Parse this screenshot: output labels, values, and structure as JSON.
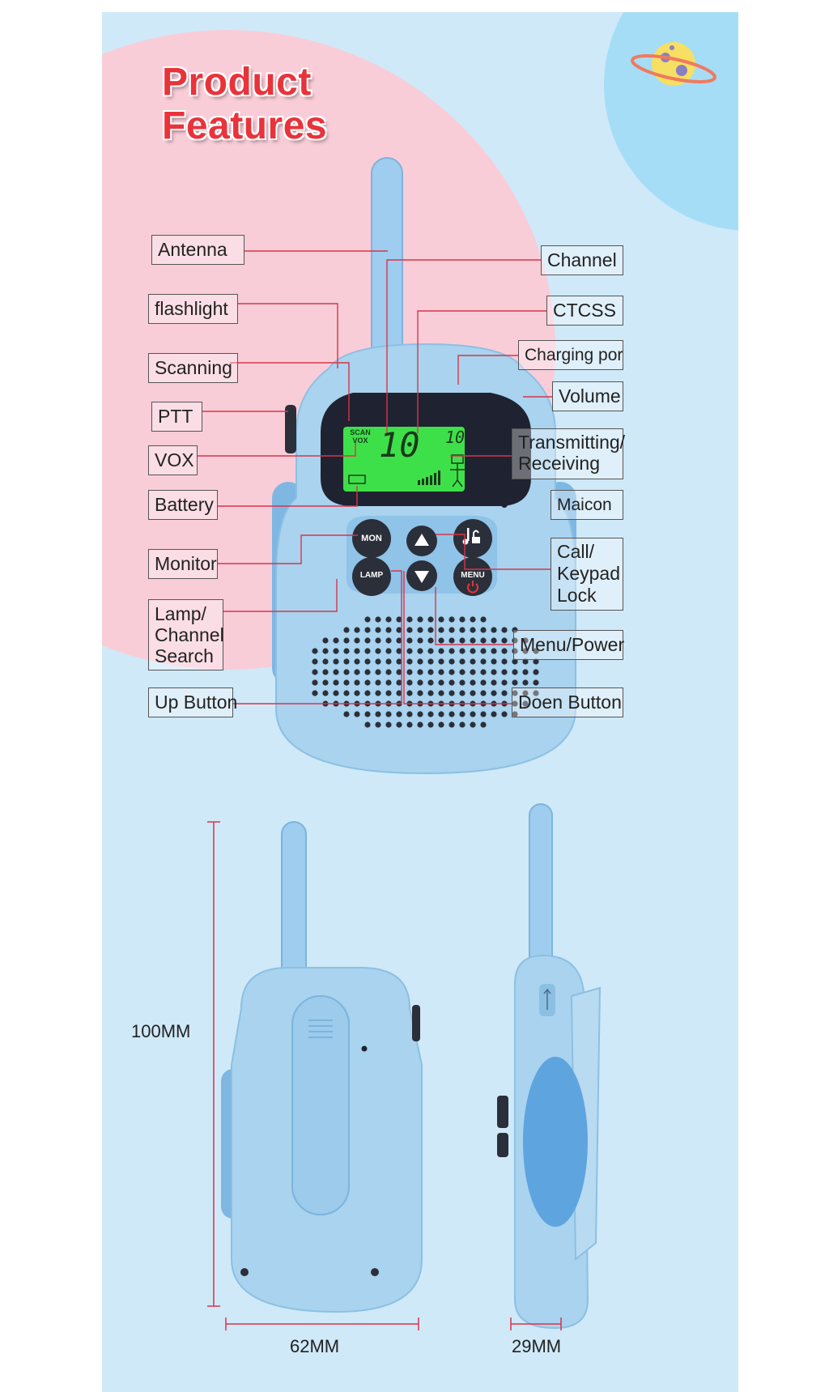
{
  "title": [
    "Product",
    "Features"
  ],
  "labels": {
    "antenna": "Antenna",
    "flashlight": "flashlight",
    "scanning": "Scanning",
    "ptt": "PTT",
    "vox": "VOX",
    "battery": "Battery",
    "monitor": "Monitor",
    "lamp_search": [
      "Lamp/",
      "Channel",
      "Search"
    ],
    "up_button": "Up Button",
    "channel": "Channel",
    "ctcss": "CTCSS",
    "charging_port": "Charging por",
    "volume": "Volume",
    "tx_rx": [
      "Transmitting/",
      "Receiving"
    ],
    "maicon": "Maicon",
    "call_keypad_lock": [
      "Call/",
      "Keypad",
      "Lock"
    ],
    "menu_power": "Menu/Power",
    "down_button": "Doen Button"
  },
  "lcd": {
    "scan": "SCAN",
    "vox": "VOX",
    "big_channel": "10",
    "small_channel": "10"
  },
  "buttons": {
    "mon": "MON",
    "lamp": "LAMP",
    "menu": "MENU"
  },
  "dimensions": {
    "height": "100MM",
    "width": "62MM",
    "depth": "29MM"
  },
  "colors": {
    "background": "#cfe9f8",
    "pink_circle": "#f9cdd8",
    "device_body": "#a9d3ee",
    "title": "#e9333b",
    "leader_line": "#d9344a",
    "lcd_screen": "#3ee04a"
  },
  "icons": [
    "planet-icon",
    "music-note-icon",
    "lock-icon",
    "up-arrow-icon",
    "down-arrow-icon",
    "power-icon",
    "usb-icon"
  ]
}
